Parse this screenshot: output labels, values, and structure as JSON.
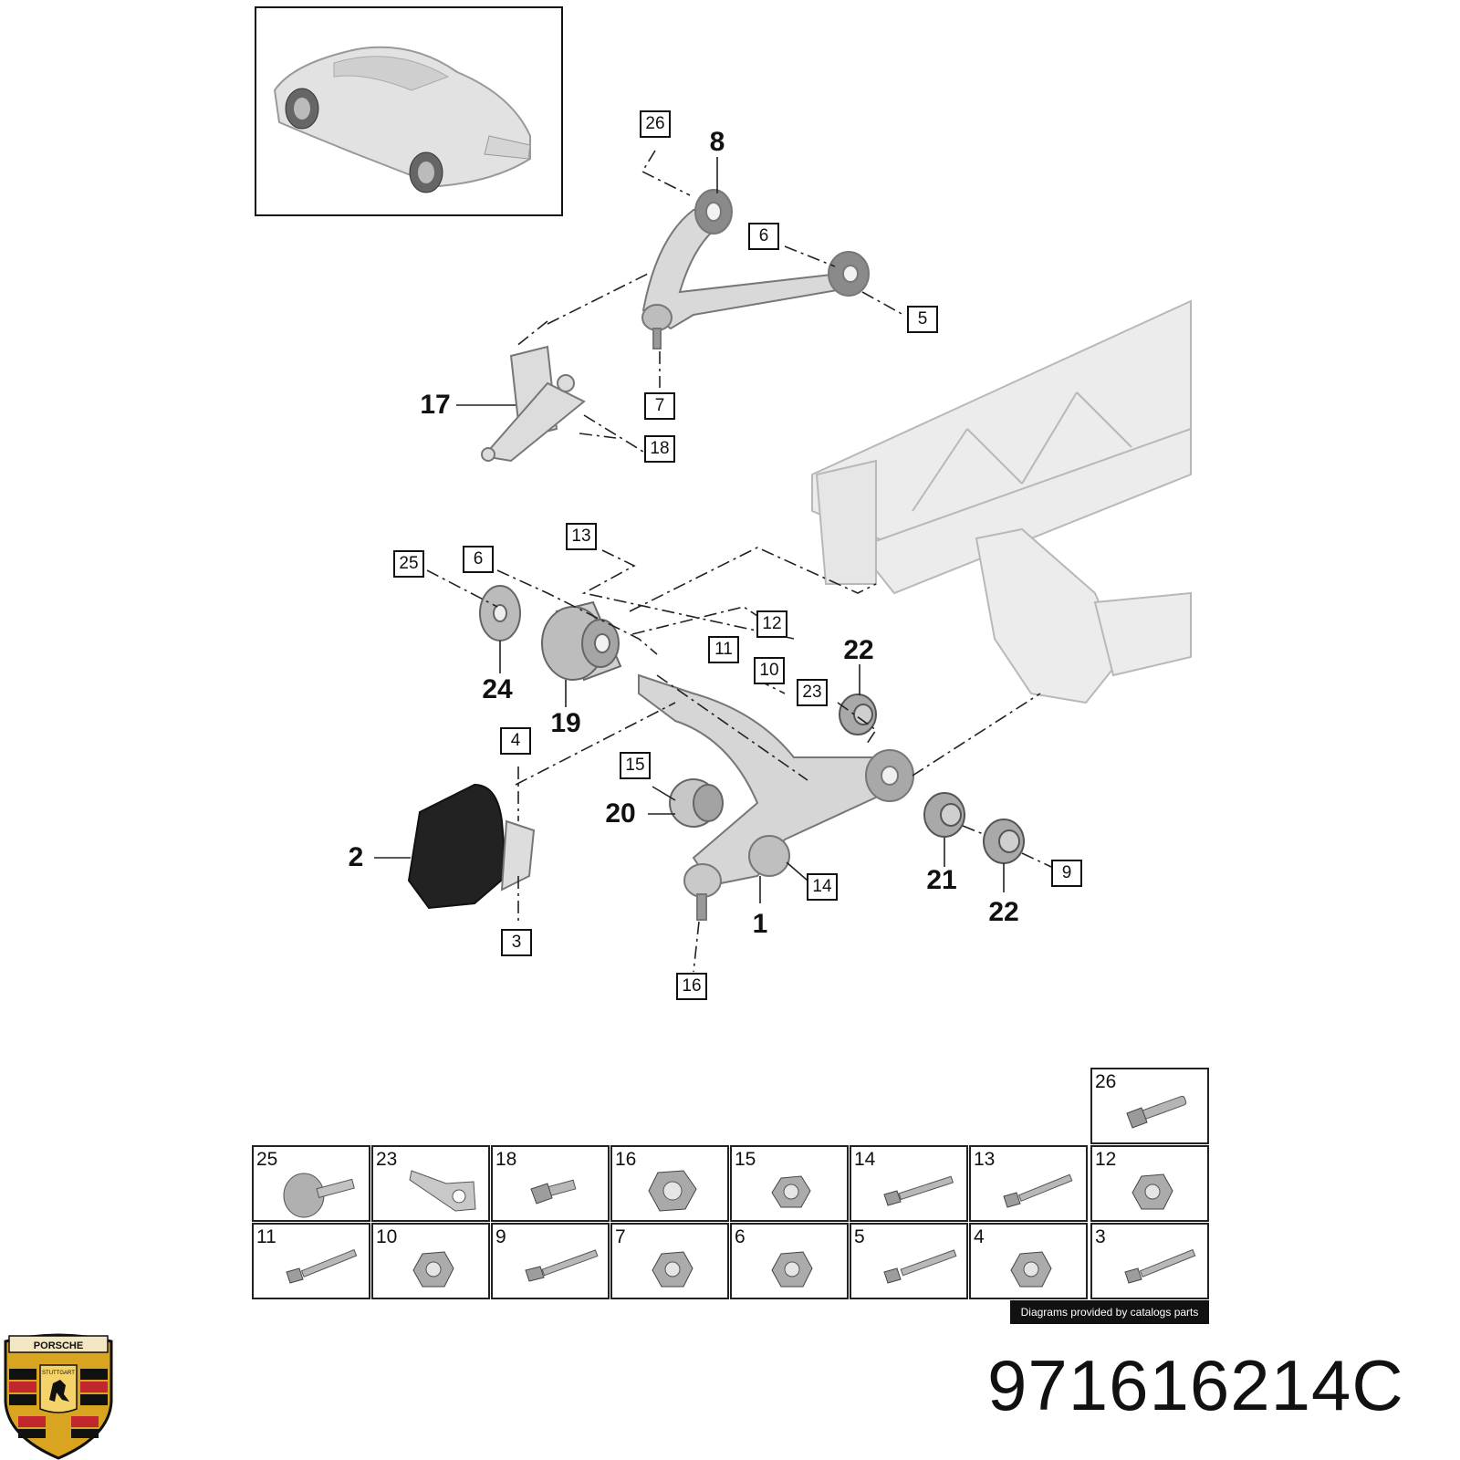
{
  "diagram": {
    "callouts_boxed": [
      "26",
      "6",
      "5",
      "7",
      "18",
      "13",
      "25",
      "6",
      "12",
      "11",
      "10",
      "23",
      "4",
      "15",
      "14",
      "9",
      "3",
      "16"
    ],
    "callouts_bold": [
      "8",
      "17",
      "22",
      "24",
      "19",
      "2",
      "20",
      "1",
      "21",
      "22"
    ]
  },
  "parts_grid": {
    "row0": [
      "26"
    ],
    "row1": [
      "25",
      "23",
      "18",
      "16",
      "15",
      "14",
      "13",
      "12"
    ],
    "row2": [
      "11",
      "10",
      "9",
      "7",
      "6",
      "5",
      "4",
      "3"
    ]
  },
  "credit": "Diagrams provided by catalogs parts",
  "part_number": "971616214C",
  "logo": {
    "brand": "PORSCHE",
    "city": "STUTTGART",
    "colors": {
      "gold": "#d9a521",
      "red": "#c1272d",
      "black": "#111111"
    }
  },
  "icons": {
    "bolt": "bolt-icon",
    "nut": "nut-icon",
    "eccentric": "eccentric-bolt-icon",
    "bracket": "plate-bracket-icon"
  }
}
